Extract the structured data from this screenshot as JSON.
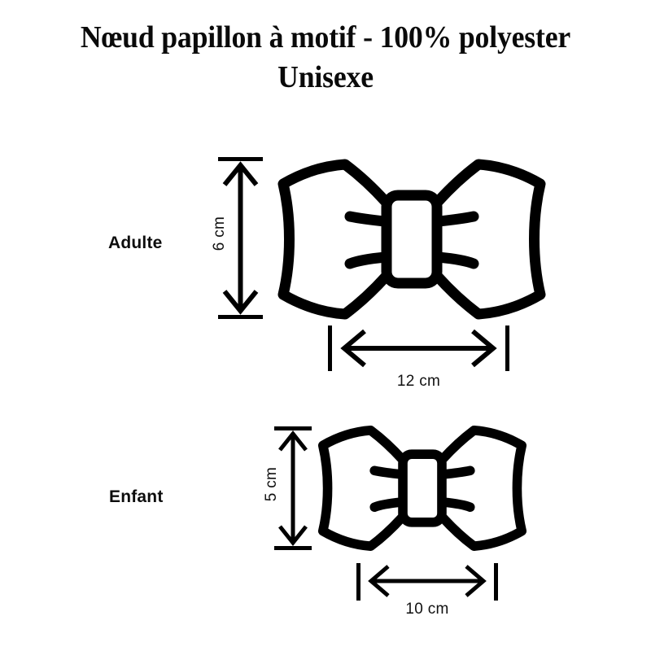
{
  "page": {
    "background_color": "#ffffff",
    "ink_color": "#000000"
  },
  "title": {
    "line1": "Nœud papillon à motif - 100% polyester",
    "line2": "Unisexe"
  },
  "sizes": [
    {
      "id": "adult",
      "label": "Adulte",
      "height_label": "6 cm",
      "width_label": "12 cm",
      "height_value": 6,
      "width_value": 12,
      "unit": "cm"
    },
    {
      "id": "child",
      "label": "Enfant",
      "height_label": "5 cm",
      "width_label": "10 cm",
      "height_value": 5,
      "width_value": 10,
      "unit": "cm"
    }
  ],
  "icons": {
    "bowtie": "bowtie-icon",
    "arrow_vertical": "double-arrow-vertical-icon",
    "arrow_horizontal": "double-arrow-horizontal-icon"
  }
}
